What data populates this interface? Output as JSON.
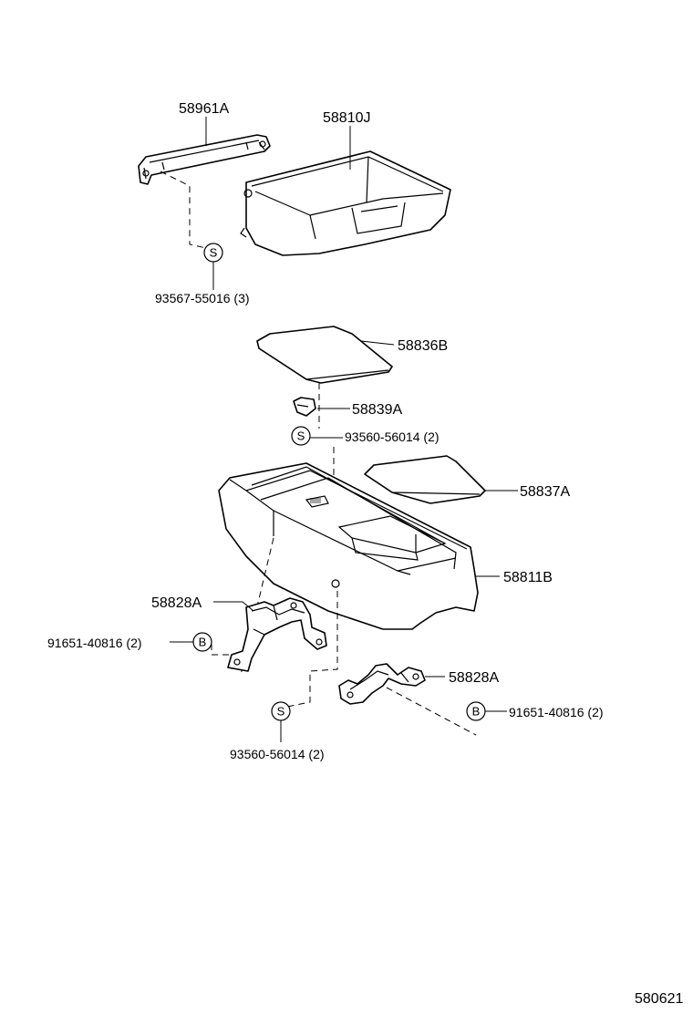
{
  "labels": {
    "p58961A": "58961A",
    "p58810J": "58810J",
    "p93567": "93567-55016 (3)",
    "p58836B": "58836B",
    "p58839A": "58839A",
    "p93560_top": "93560-56014 (2)",
    "p58837A": "58837A",
    "p58811B": "58811B",
    "p58828A_left": "58828A",
    "p91651_left": "91651-40816 (2)",
    "p58828A_right": "58828A",
    "p91651_right": "91651-40816 (2)",
    "p93560_bottom": "93560-56014 (2)",
    "diagram_id": "580621"
  },
  "symbols": {
    "screw": "S",
    "bolt": "B"
  }
}
